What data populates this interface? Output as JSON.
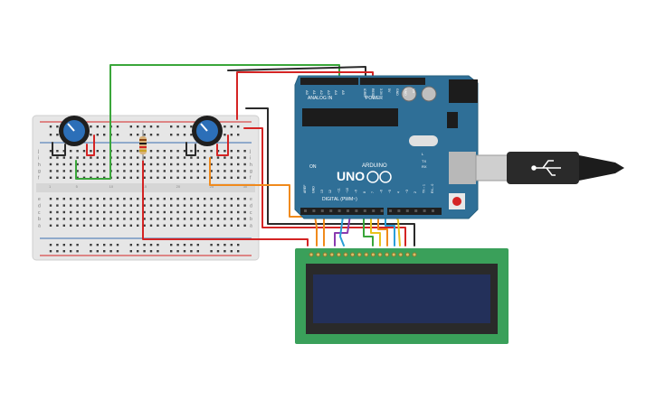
{
  "arduino": {
    "brand": "ARDUINO",
    "model": "UNO",
    "power_label": "POWER",
    "analog_label": "ANALOG IN",
    "digital_label": "DIGITAL (PWM~)",
    "on_label": "ON",
    "tx_label": "TX",
    "rx_label": "RX",
    "l_label": "L",
    "power_pins": [
      "IOREF",
      "RESET",
      "3.3V",
      "5V",
      "GND",
      "GND",
      "Vin"
    ],
    "analog_pins": [
      "A0",
      "A1",
      "A2",
      "A3",
      "A4",
      "A5"
    ],
    "digital_pins": [
      "AREF",
      "GND",
      "13",
      "12",
      "~11",
      "~10",
      "~9",
      "8",
      "7",
      "~6",
      "~5",
      "4",
      "~3",
      "2",
      "TX→1",
      "RX←0"
    ]
  },
  "breadboard": {
    "row_letters_top": [
      "j",
      "i",
      "h",
      "g",
      "f"
    ],
    "row_letters_bottom": [
      "e",
      "d",
      "c",
      "b",
      "a"
    ],
    "column_numbers": [
      "1",
      "5",
      "10",
      "15",
      "20",
      "25",
      "30"
    ]
  },
  "colors": {
    "arduino_blue": "#2f6f97",
    "breadboard": "#e6e6e6",
    "lcd_green": "#3aa05a",
    "lcd_screen": "#23305a",
    "wire_red": "#d42424",
    "wire_black": "#2a2a2a",
    "wire_green": "#3aa63a",
    "wire_orange": "#f08a1c",
    "wire_yellow": "#e8c21c",
    "wire_blue": "#2a9fd8",
    "wire_purple": "#8a3ab0"
  }
}
